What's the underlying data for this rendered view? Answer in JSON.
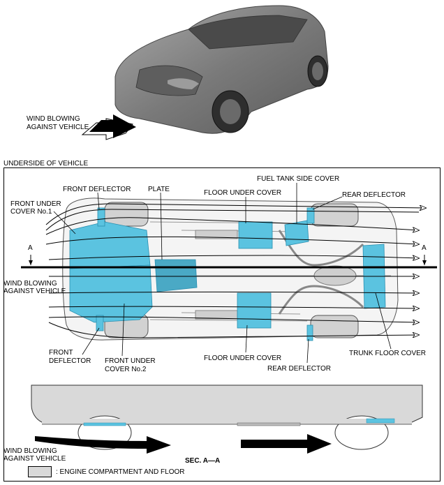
{
  "top_label": {
    "line1": "WIND BLOWING",
    "line2": "AGAINST VEHICLE"
  },
  "section_title": "UNDERSIDE OF VEHICLE",
  "labels": {
    "front_deflector_top": "FRONT DEFLECTOR",
    "plate": "PLATE",
    "floor_under_cover_top": "FLOOR UNDER COVER",
    "fuel_tank_side_cover": "FUEL TANK SIDE COVER",
    "rear_deflector_top": "REAR DEFLECTOR",
    "front_under_cover_1": {
      "line1": "FRONT UNDER",
      "line2": "COVER No.1"
    },
    "section_marker_left": "A",
    "section_marker_right": "A",
    "wind_left": {
      "line1": "WIND BLOWING",
      "line2": "AGAINST VEHICLE"
    },
    "front_deflector_bottom": {
      "line1": "FRONT",
      "line2": "DEFLECTOR"
    },
    "front_under_cover_2": {
      "line1": "FRONT UNDER",
      "line2": "COVER No.2"
    },
    "floor_under_cover_bottom": "FLOOR UNDER COVER",
    "rear_deflector_bottom": "REAR DEFLECTOR",
    "trunk_floor_cover": "TRUNK FLOOR COVER"
  },
  "section": {
    "wind_label": {
      "line1": "WIND BLOWING",
      "line2": "AGAINST VEHICLE"
    },
    "title": "SEC. A—A"
  },
  "legend": {
    "text": ": ENGINE COMPARTMENT AND FLOOR",
    "swatch_color": "#d9d9d9"
  },
  "colors": {
    "cover_blue": "#5bc3e0",
    "vehicle_gray": "#d9d9d9"
  }
}
